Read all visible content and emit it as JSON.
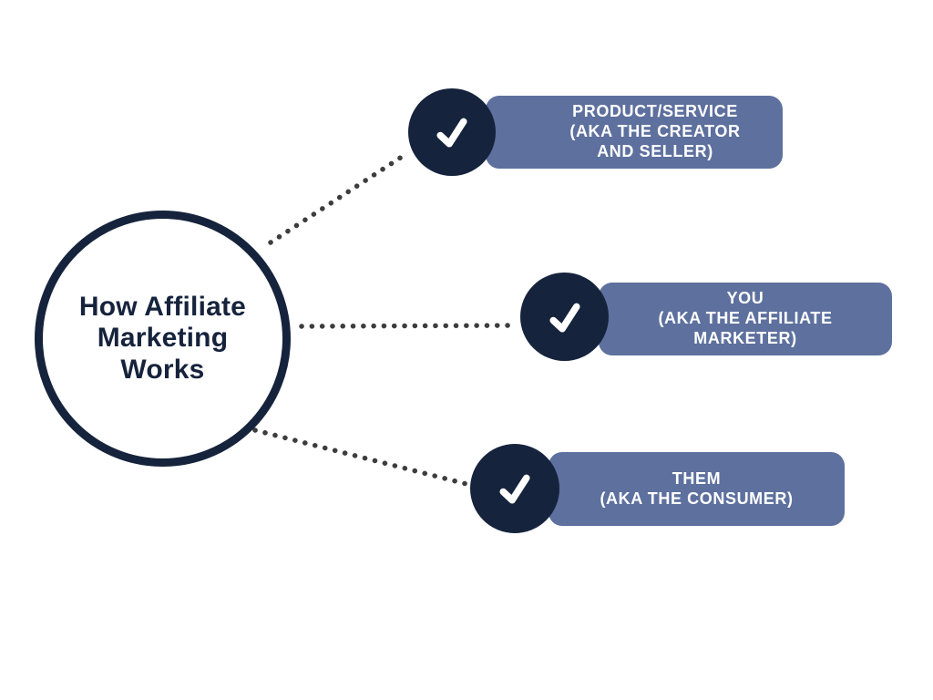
{
  "colors": {
    "navy": "#16233c",
    "pill": "#5d709e",
    "dot": "#3d3d3d",
    "background": "#ffffff",
    "text_on_pill": "#ffffff"
  },
  "diagram": {
    "type": "mind-map",
    "hub": {
      "title": "How Affiliate\nMarketing\nWorks"
    },
    "nodes": [
      {
        "icon": "checkmark-icon",
        "label": "PRODUCT/SERVICE\n(AKA THE CREATOR\nAND SELLER)"
      },
      {
        "icon": "checkmark-icon",
        "label": "YOU\n(AKA THE AFFILIATE\nMARKETER)"
      },
      {
        "icon": "checkmark-icon",
        "label": "THEM\n(AKA THE CONSUMER)"
      }
    ],
    "connector_style": "dotted"
  }
}
